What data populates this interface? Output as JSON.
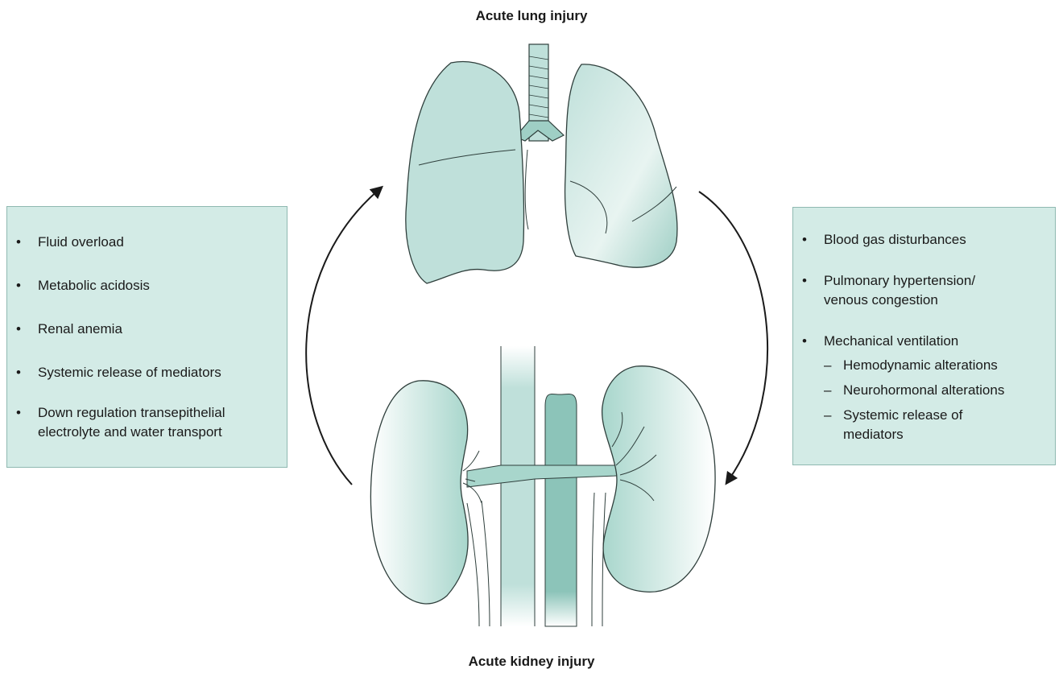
{
  "titles": {
    "top": "Acute lung injury",
    "bottom": "Acute kidney injury"
  },
  "left_box": {
    "items": [
      "Fluid overload",
      "Metabolic acidosis",
      "Renal anemia",
      "Systemic release of mediators",
      "Down regulation transepithelial",
      "electrolyte and water transport"
    ]
  },
  "right_box": {
    "items": [
      "Blood gas disturbances",
      "Pulmonary hypertension/",
      "venous congestion",
      "Mechanical ventilation"
    ],
    "subitems": [
      "Hemodynamic alterations",
      "Neurohormonal alterations",
      "Systemic release of",
      "mediators"
    ]
  },
  "colors": {
    "organ_fill": "#bfe0da",
    "organ_dark": "#8cc4b9",
    "organ_stroke": "#2f3f3c",
    "box_fill": "#d3ebe6"
  }
}
